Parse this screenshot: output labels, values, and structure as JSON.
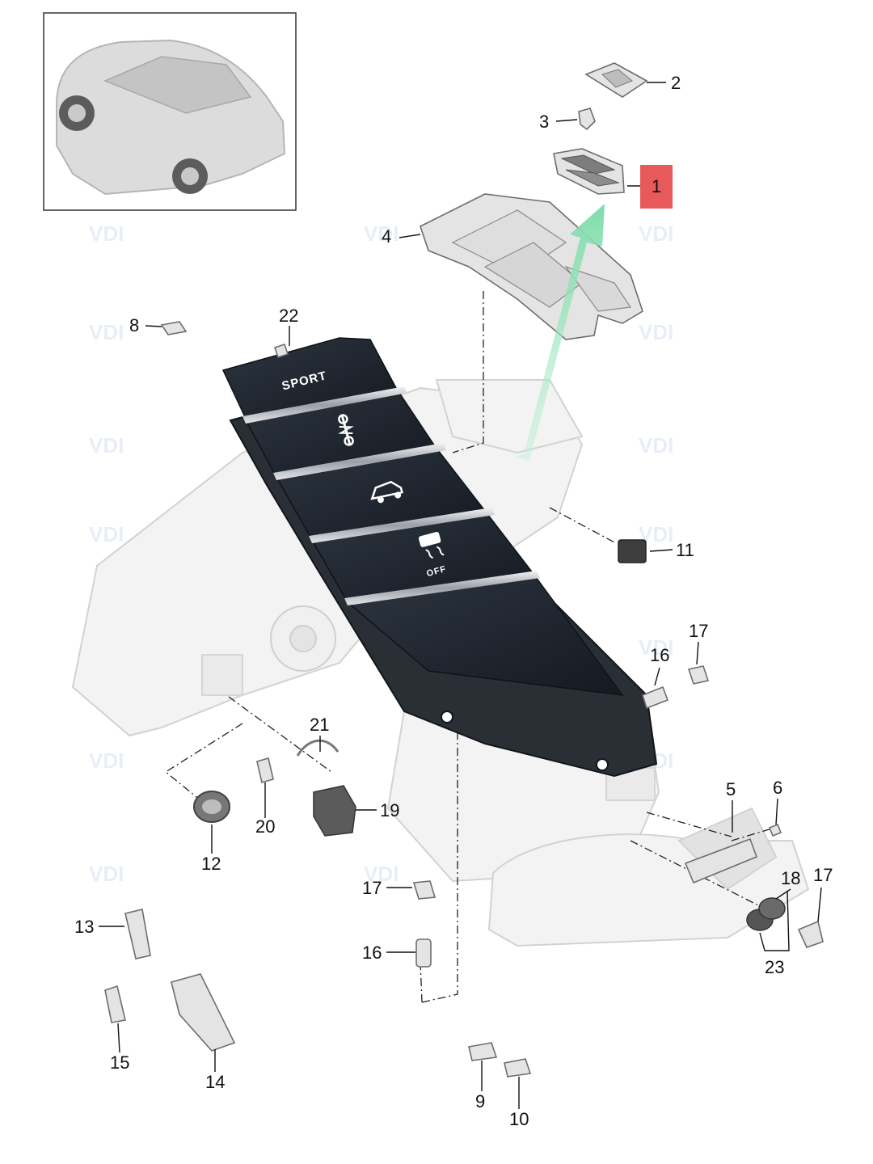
{
  "watermark": {
    "text": "VDI"
  },
  "panel": {
    "sport_label": "SPORT",
    "off_label": "OFF"
  },
  "callouts": {
    "c1": "1",
    "c2": "2",
    "c3": "3",
    "c4": "4",
    "c5": "5",
    "c6": "6",
    "c8": "8",
    "c9": "9",
    "c10": "10",
    "c11": "11",
    "c12": "12",
    "c13": "13",
    "c14": "14",
    "c15": "15",
    "c16a": "16",
    "c16b": "16",
    "c17a": "17",
    "c17b": "17",
    "c17c": "17",
    "c18": "18",
    "c19": "19",
    "c20": "20",
    "c21": "21",
    "c22": "22",
    "c23": "23"
  },
  "colors": {
    "highlight": "#e8595b",
    "arrow": "#8fe0b6",
    "panel": "#1f2630",
    "chrome": "#c9ccd1"
  },
  "icons": [
    "car-overview-icon",
    "sport-button-icon",
    "suspension-icon",
    "offroad-icon",
    "traction-off-icon"
  ]
}
